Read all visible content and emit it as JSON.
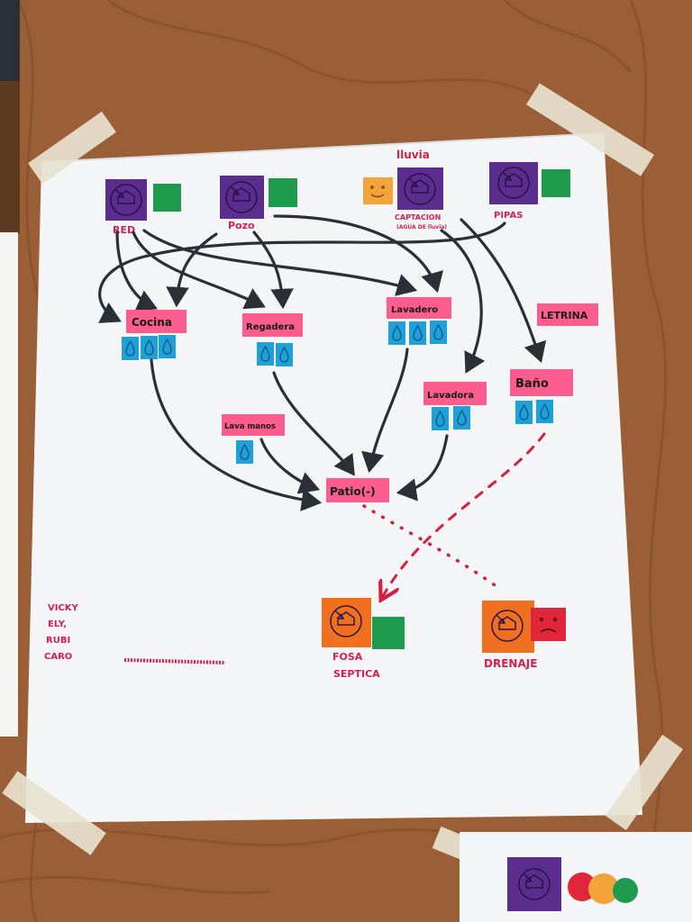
{
  "sources": {
    "red": "RED",
    "pozo": "Pozo",
    "lluvia": "lluvia",
    "captacion_line1": "CAPTACION",
    "captacion_line2": "(AGUA DE lluvia)",
    "pipas": "PIPAS"
  },
  "uses": {
    "cocina": "Cocina",
    "regadera": "Regadera",
    "lavadero": "Lavadero",
    "letrina": "LETRINA",
    "lavadora": "Lavadora",
    "bano": "Baño",
    "lavamanos": "Lava manos",
    "patio": "Patio(-)"
  },
  "destinations": {
    "fosa_line1": "FOSA",
    "fosa_line2": "SEPTICA",
    "drenaje": "DRENAJE"
  },
  "team": {
    "names": [
      "VICKY",
      "ELY,",
      "RUBI",
      "CARO"
    ]
  },
  "colors": {
    "purple": "#5b2d8e",
    "green": "#1e9a4d",
    "orange_face": "#f2a33a",
    "pink_note": "#fb5d8e",
    "blue_drop": "#1ea0d8",
    "orange_card": "#f07020",
    "red_face": "#e0263a",
    "handwriting_red": "#d2204f"
  },
  "icons": {
    "source_card": "house-arrow-icon",
    "water_use": "water-drop-icon",
    "smiley": "smiley-face-icon"
  }
}
